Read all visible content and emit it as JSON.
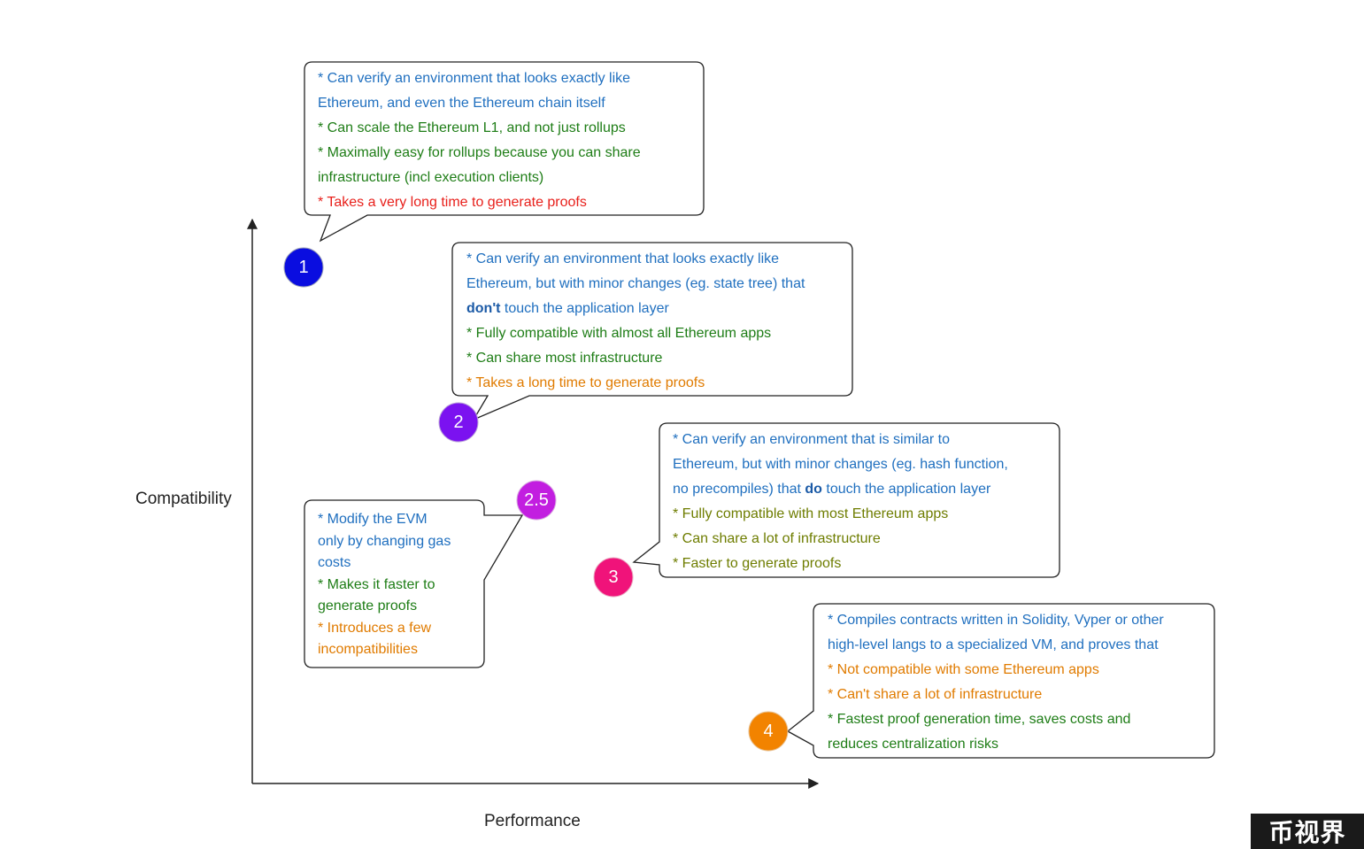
{
  "axes": {
    "y_label": "Compatibility",
    "x_label": "Performance"
  },
  "nodes": [
    {
      "label": "1",
      "color": "#0a0de0",
      "lines": [
        {
          "text": "* Can verify an environment that looks exactly like",
          "color": "blue"
        },
        {
          "text": "Ethereum, and even the Ethereum chain itself",
          "color": "blue"
        },
        {
          "text": "* Can scale the Ethereum L1, and not just rollups",
          "color": "green"
        },
        {
          "text": "* Maximally easy for rollups because you can share",
          "color": "green"
        },
        {
          "text": "infrastructure (incl execution clients)",
          "color": "green"
        },
        {
          "text": "* Takes a very long time to generate proofs",
          "color": "red"
        }
      ]
    },
    {
      "label": "2",
      "color": "#7b12f0",
      "lines": [
        {
          "text": "* Can verify an environment that looks exactly like",
          "color": "blue"
        },
        {
          "text": "Ethereum, but with minor changes (eg. state tree) that",
          "color": "blue"
        },
        {
          "bold": "don't",
          "text": " touch the application layer",
          "color": "blue"
        },
        {
          "text": "* Fully compatible with almost all Ethereum apps",
          "color": "green"
        },
        {
          "text": "* Can share most infrastructure",
          "color": "green"
        },
        {
          "text": "* Takes a long time to generate proofs",
          "color": "orange"
        }
      ]
    },
    {
      "label": "2.5",
      "color": "#c21ee0",
      "lines": [
        {
          "text": "* Modify the EVM",
          "color": "blue"
        },
        {
          "text": "only by changing gas",
          "color": "blue"
        },
        {
          "text": "costs",
          "color": "blue"
        },
        {
          "text": "* Makes it faster to",
          "color": "green"
        },
        {
          "text": "generate proofs",
          "color": "green"
        },
        {
          "text": "* Introduces a few",
          "color": "orange"
        },
        {
          "text": "incompatibilities",
          "color": "orange"
        }
      ]
    },
    {
      "label": "3",
      "color": "#f0137a",
      "lines": [
        {
          "text": "* Can verify an environment that is similar to",
          "color": "blue"
        },
        {
          "text": "Ethereum, but with minor changes (eg. hash function,",
          "color": "blue"
        },
        {
          "prefix": "no precompiles) that ",
          "bold": "do",
          "text": " touch the application layer",
          "color": "blue"
        },
        {
          "text": "* Fully compatible with most Ethereum apps",
          "color": "olive"
        },
        {
          "text": "* Can share a lot of infrastructure",
          "color": "olive"
        },
        {
          "text": "* Faster to generate proofs",
          "color": "olive"
        }
      ]
    },
    {
      "label": "4",
      "color": "#f28300",
      "lines": [
        {
          "text": "* Compiles contracts written in Solidity, Vyper or other",
          "color": "blue"
        },
        {
          "text": "high-level langs to a specialized VM, and proves that",
          "color": "blue"
        },
        {
          "text": "* Not compatible with some Ethereum apps",
          "color": "orange"
        },
        {
          "text": "* Can't share a lot of infrastructure",
          "color": "orange"
        },
        {
          "text": "* Fastest proof generation time, saves costs and",
          "color": "green"
        },
        {
          "text": "reduces centralization risks",
          "color": "green"
        }
      ]
    }
  ],
  "watermark": "币视界"
}
